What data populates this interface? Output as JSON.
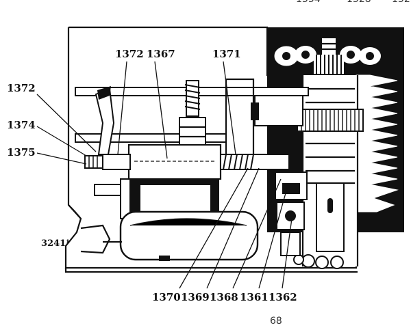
{
  "figure": {
    "code": "3241¹",
    "page_number": "68",
    "top_cut_numbers": [
      "1354",
      "1328",
      "132"
    ],
    "labels": {
      "l1372_top": "1372",
      "l1367": "1367",
      "l1371": "1371",
      "l1372_left": "1372",
      "l1374": "1374",
      "l1375": "1375",
      "l1370": "1370",
      "l1369": "1369",
      "l1368": "1368",
      "l1361": "1361",
      "l1362": "1362"
    }
  }
}
